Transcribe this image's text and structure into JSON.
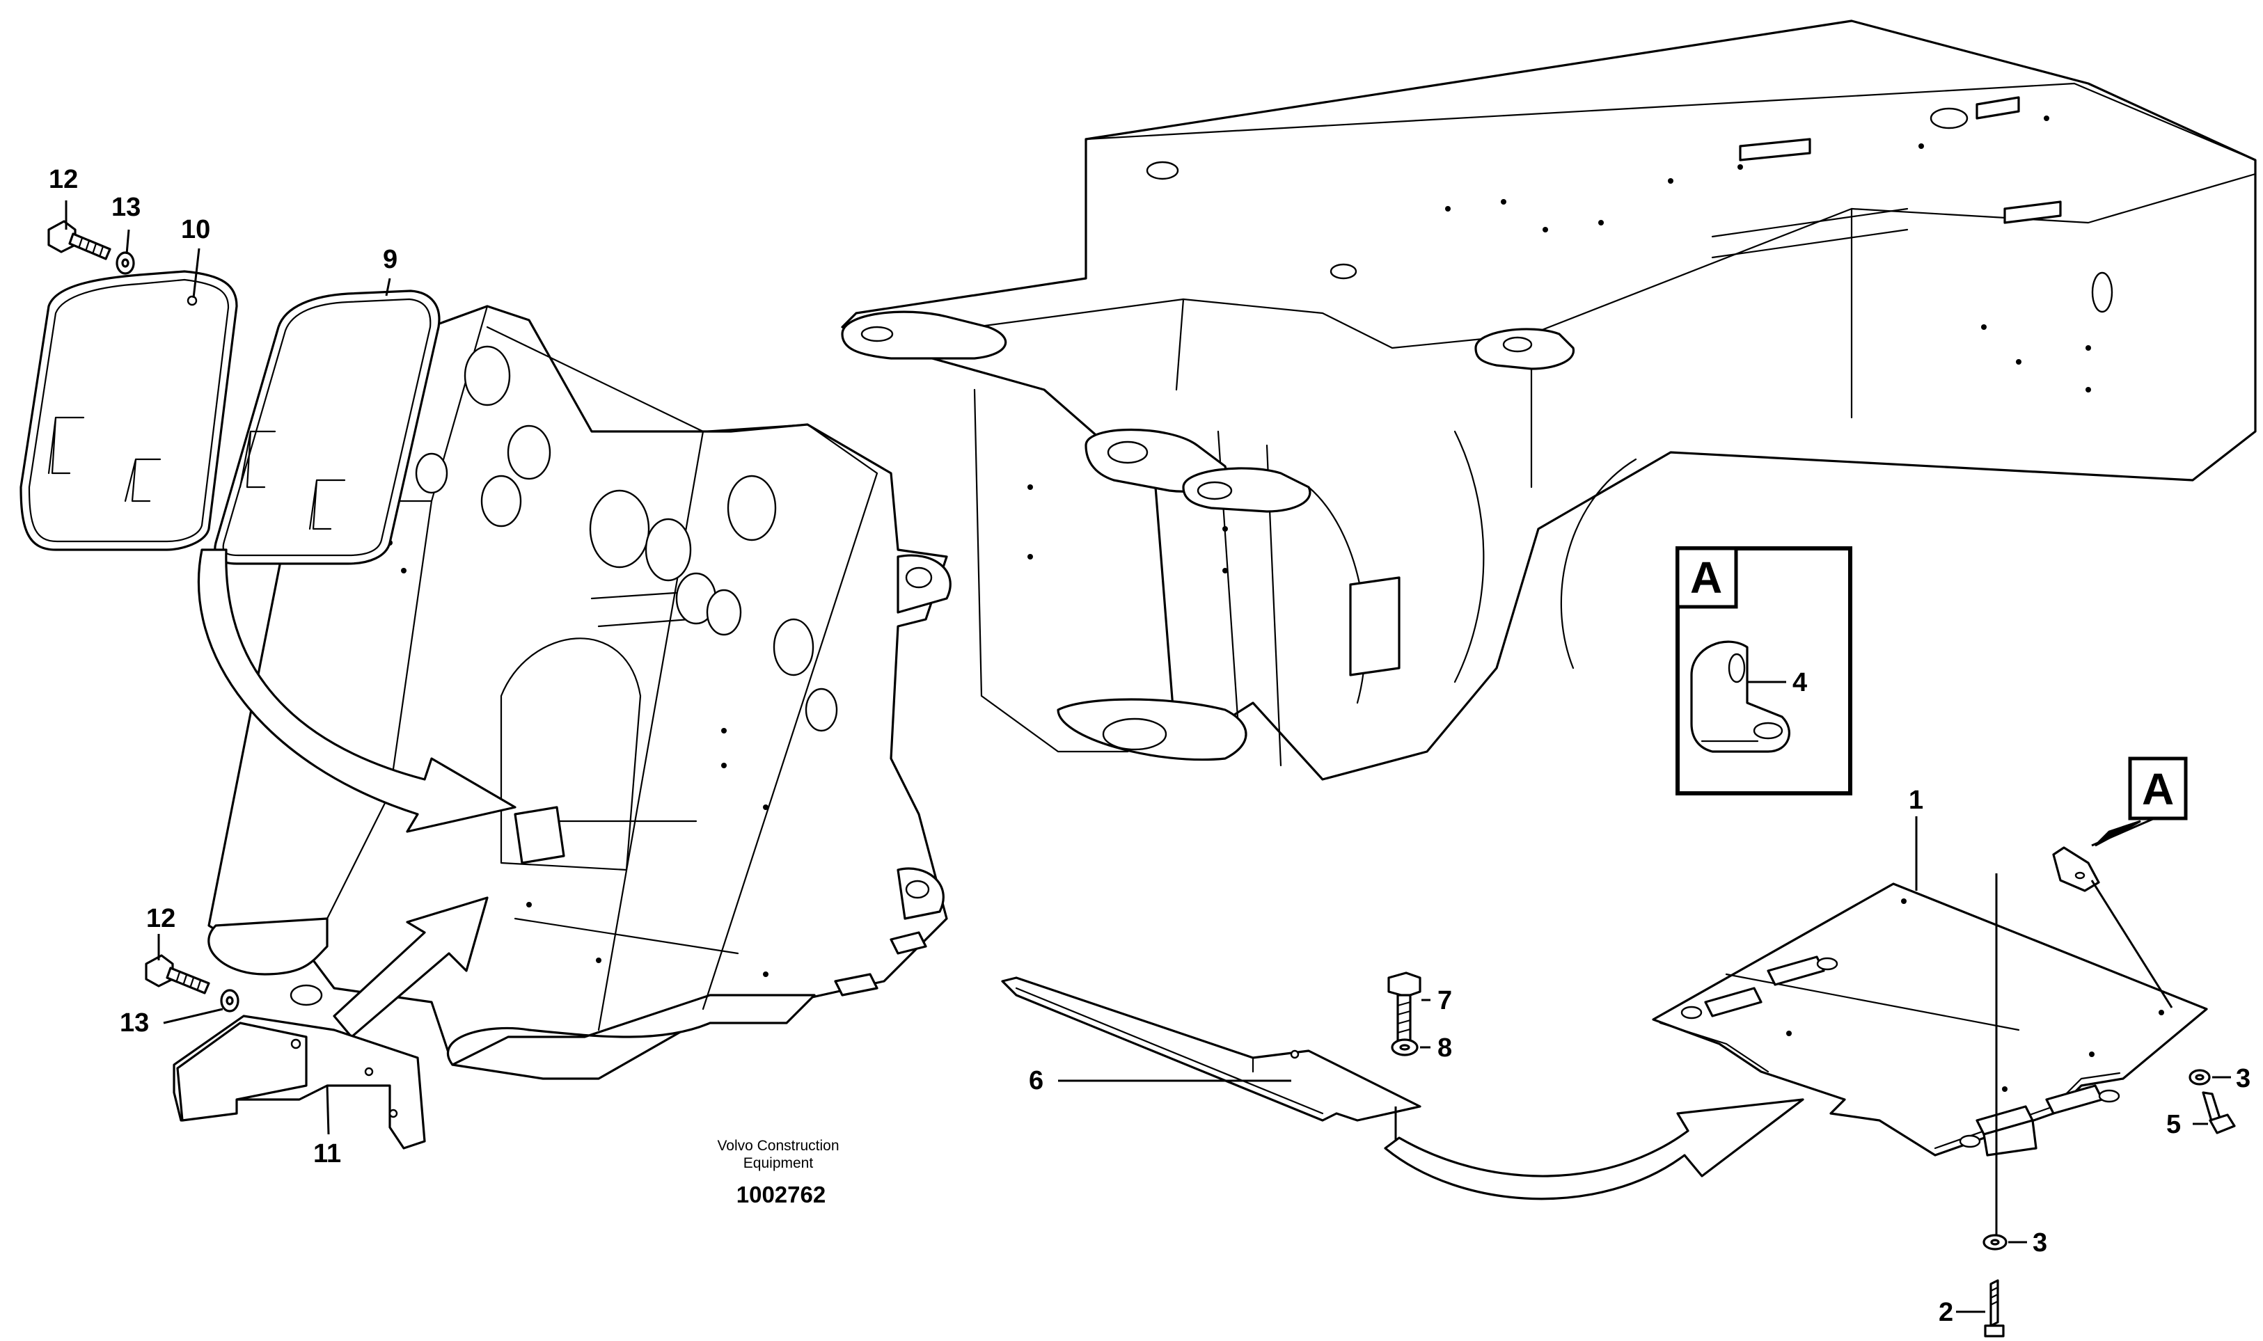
{
  "callouts": {
    "c1": "1",
    "c2": "2",
    "c3a": "3",
    "c3b": "3",
    "c4": "4",
    "c5": "5",
    "c6": "6",
    "c7": "7",
    "c8": "8",
    "c9": "9",
    "c10": "10",
    "c11": "11",
    "c12a": "12",
    "c12b": "12",
    "c13a": "13",
    "c13b": "13"
  },
  "detail": {
    "letter": "A",
    "ref_letter": "A"
  },
  "caption": {
    "line1": "Volvo Construction",
    "line2": "Equipment",
    "number": "1002762"
  }
}
